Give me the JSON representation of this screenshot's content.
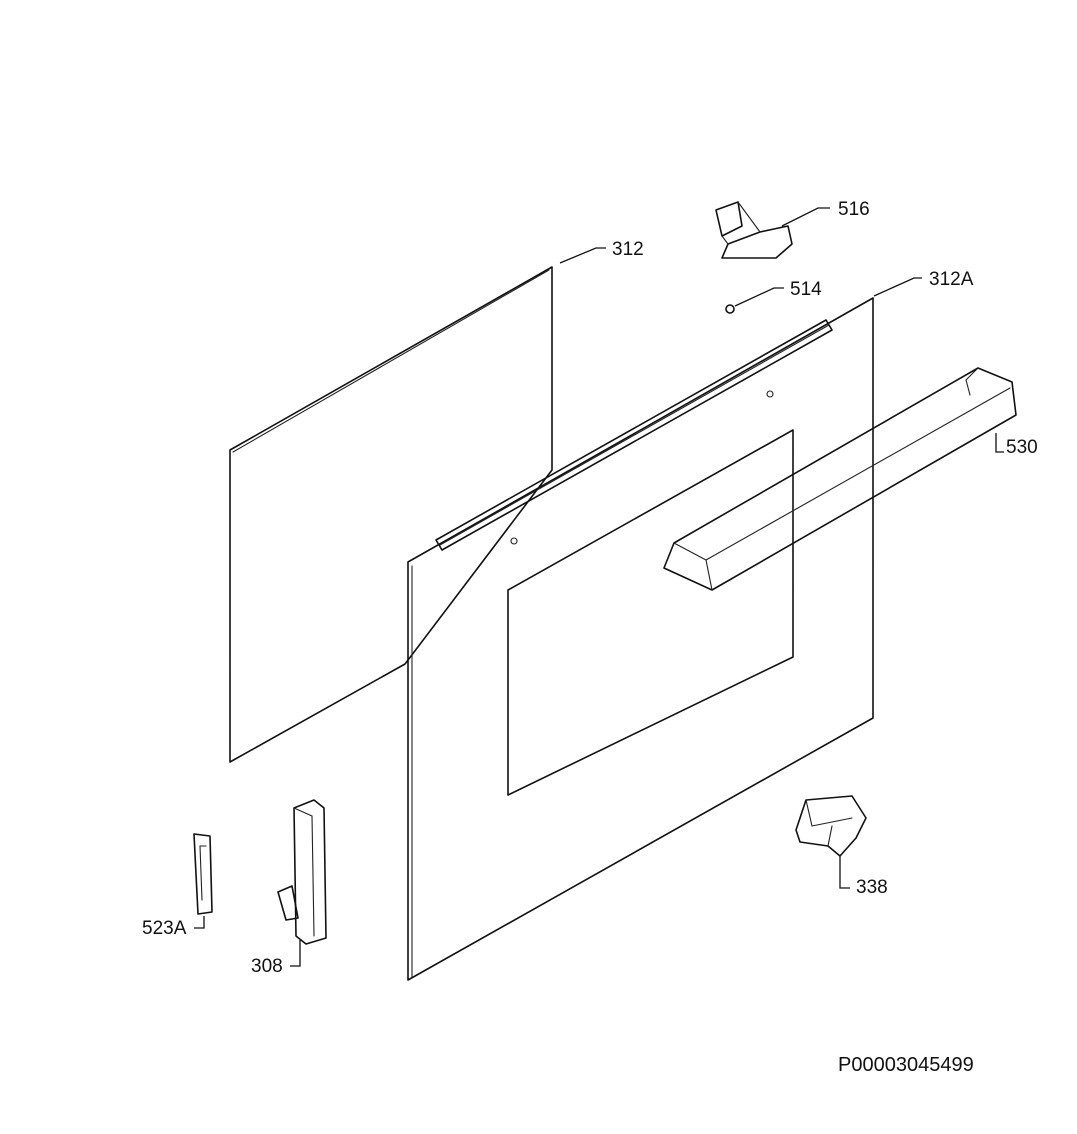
{
  "labels": {
    "part_516": "516",
    "part_312": "312",
    "part_514": "514",
    "part_312A": "312A",
    "part_530": "530",
    "part_338": "338",
    "part_523A": "523A",
    "part_308": "308"
  },
  "document_id": "P00003045499"
}
